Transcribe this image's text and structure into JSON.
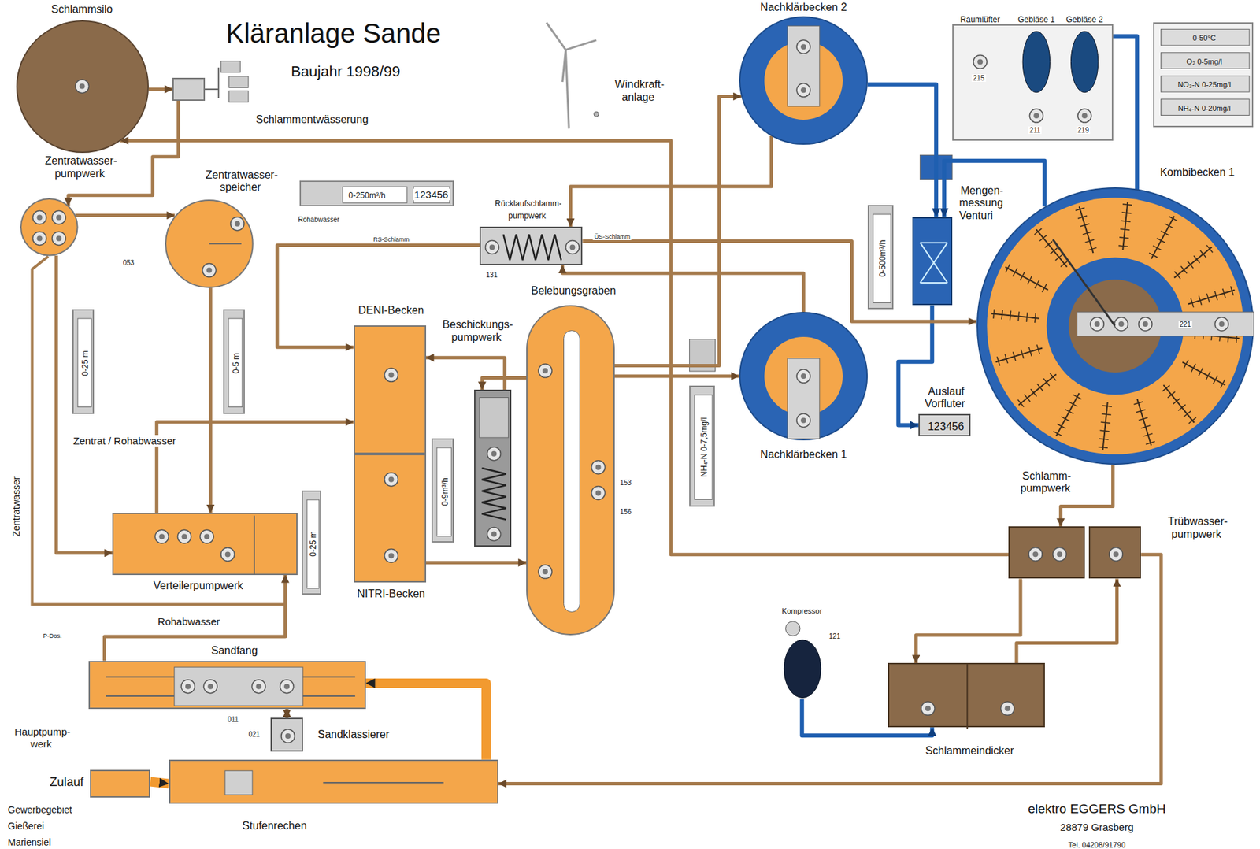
{
  "diagram": {
    "title": "Kläranlage Sande",
    "caption": "Baujahr 1998/99",
    "nodes": [
      {
        "text": [
          "Schlammsilo"
        ]
      },
      {
        "text": [
          "Schlammentwässerung"
        ]
      },
      {
        "text": [
          "Zentratwasser- pumpwerk"
        ]
      },
      {
        "text": [
          "Zentratwasser- speicher"
        ]
      },
      {
        "text": [
          "Rücklaufschlamm- pumpwerk"
        ]
      },
      {
        "text": [
          "DENI-Becken"
        ]
      },
      {
        "text": [
          "NITRI-Becken"
        ]
      },
      {
        "text": [
          "Beschickungs- pumpwerk"
        ]
      },
      {
        "text": [
          "Belebungsgraben"
        ]
      },
      {
        "text": [
          "Verteilerpumpwerk"
        ]
      },
      {
        "text": [
          "Sandfang"
        ]
      },
      {
        "text": [
          "Sandklassierer"
        ]
      },
      {
        "text": [
          "Stufenrechen"
        ]
      },
      {
        "text": [
          "Zulauf"
        ]
      },
      {
        "text": [
          "Nachklärbecken 2"
        ]
      },
      {
        "text": [
          "Nachklärbecken 1"
        ]
      },
      {
        "text": [
          "Mengen- messung Venturi"
        ]
      },
      {
        "text": [
          "Auslauf Vorfluter",
          "123456"
        ]
      },
      {
        "text": [
          "Kombibecken 1"
        ]
      },
      {
        "text": [
          "Schlamm- pumpwerk"
        ]
      },
      {
        "text": [
          "Trübwasser- pumpwerk"
        ]
      },
      {
        "text": [
          "Schlammeindicker"
        ]
      },
      {
        "text": [
          "Kompressor"
        ]
      },
      {
        "text": [
          "Raumlüfter",
          "Gebläse 1",
          "Gebläse 2"
        ]
      },
      {
        "text": [
          "0-50°C",
          "O₂ 0-5mg/l",
          "NO₃-N 0-25mg/l",
          "NH₄-N 0-20mg/l"
        ]
      },
      {
        "text": [
          "0-250m³/h",
          "123456",
          "Rohabwasser"
        ]
      },
      {
        "text": [
          "0-25 m"
        ]
      },
      {
        "text": [
          "0-5 m"
        ]
      },
      {
        "text": [
          "0-25 m"
        ]
      },
      {
        "text": [
          "0-9m³/h"
        ]
      },
      {
        "text": [
          "0-500m³/h"
        ]
      },
      {
        "text": [
          "NH₄-N 0-7,5mg/l"
        ]
      }
    ],
    "edges": [
      {
        "from": 0,
        "to": 1,
        "arrow": "to"
      },
      {
        "from": 1,
        "to": 2,
        "arrow": "to"
      },
      {
        "from": 2,
        "to": 3,
        "arrow": "to"
      },
      {
        "from": 3,
        "to": 9,
        "arrow": "to"
      },
      {
        "from": 2,
        "to": 9,
        "arrow": "to"
      },
      {
        "from": 10,
        "to": 9,
        "arrow": "to"
      },
      {
        "from": 9,
        "to": 5,
        "arrow": "to"
      },
      {
        "from": 6,
        "to": 8,
        "arrow": "to"
      },
      {
        "from": 8,
        "to": 7,
        "arrow": "to"
      },
      {
        "from": 7,
        "to": 5,
        "arrow": "to"
      },
      {
        "from": 8,
        "to": 15,
        "arrow": "to"
      },
      {
        "from": 8,
        "to": 14,
        "arrow": "to"
      },
      {
        "from": 14,
        "to": 16,
        "arrow": "to"
      },
      {
        "from": 18,
        "to": 16,
        "arrow": "to"
      },
      {
        "from": 16,
        "to": 17,
        "arrow": "to"
      },
      {
        "from": 4,
        "to": 5,
        "arrow": "to"
      },
      {
        "from": 15,
        "to": 4,
        "arrow": "to"
      },
      {
        "from": 14,
        "to": 4,
        "arrow": "to"
      },
      {
        "from": 4,
        "to": 18,
        "arrow": "to"
      },
      {
        "from": 18,
        "to": 19,
        "arrow": "to"
      },
      {
        "from": 19,
        "to": 21,
        "arrow": "to"
      },
      {
        "from": 21,
        "to": 20,
        "arrow": "to"
      },
      {
        "from": 20,
        "to": 12,
        "arrow": "to"
      },
      {
        "from": 12,
        "to": 10,
        "arrow": "to"
      },
      {
        "from": 13,
        "to": 12,
        "arrow": "to"
      },
      {
        "from": 19,
        "to": 0,
        "arrow": "to"
      },
      {
        "from": 23,
        "to": 18,
        "arrow": "to"
      },
      {
        "from": 22,
        "to": 21,
        "arrow": "to"
      },
      {
        "from": 10,
        "to": 11,
        "arrow": "both"
      }
    ],
    "labels": [
      "Windkraft- anlage",
      "Zentrat / Rohabwasser",
      "Zentratwasser",
      "Rohabwasser",
      "Hauptpump- werk",
      "Gewerbegebiet",
      "Gießerei",
      "Mariensiel",
      "P-Dos.",
      "RS-Schlamm",
      "ÜS-Schlamm",
      "elektro EGGERS GmbH",
      "28879 Grasberg",
      "Tel. 04208/91790",
      "121",
      "211",
      "219",
      "215",
      "221",
      "131",
      "153",
      "156",
      "011",
      "021",
      "053"
    ]
  }
}
